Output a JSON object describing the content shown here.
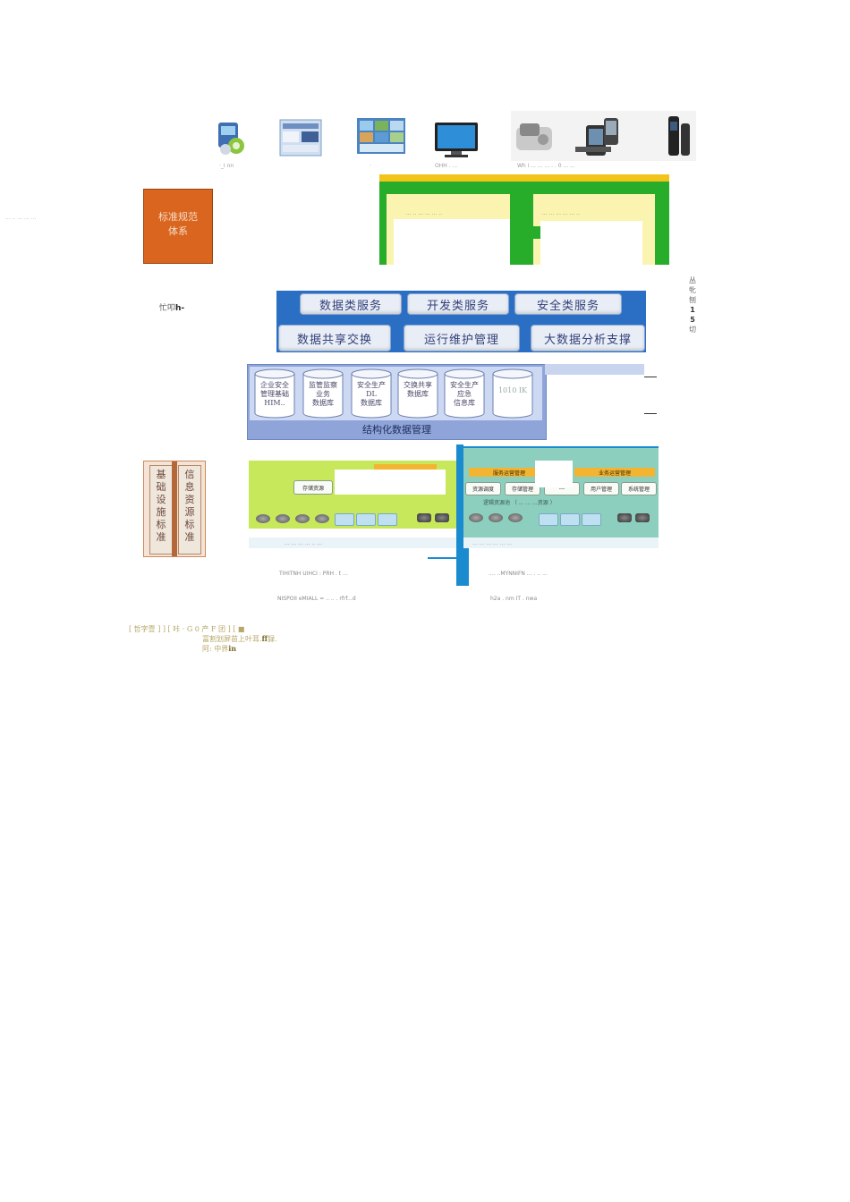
{
  "devices": {
    "captions": [
      "·_I  nn",
      "·",
      "OHH  .  ...",
      "Wh  i    ...   ...   ... . .  0  ...  ..."
    ],
    "icons": [
      "software-icon",
      "web-screen-icon",
      "monitor-wall-icon",
      "computer-monitor-icon",
      "mobile-terminals-icon"
    ]
  },
  "left_side_note": "...  ..  ...  ...  ...",
  "standards_box": {
    "line1": "标准规范",
    "line2": "体系"
  },
  "label_mid_left": {
    "prefix": "忙叩",
    "suffix": "h-"
  },
  "right_side_label": [
    "丛",
    "牝",
    "刨",
    "1",
    "5",
    "切"
  ],
  "top_app_panel": {
    "label_left": "...  ..  ...  ...  ...  ..",
    "label_right": "... ...  ...  ...  ...  .."
  },
  "services": {
    "row1": [
      "数据类服务",
      "开发类服务",
      "安全类服务"
    ],
    "row2": [
      "数据共享交换",
      "运行维护管理",
      "大数据分析支撑"
    ]
  },
  "structured_data": {
    "title": "结构化数据管理",
    "databases": [
      [
        "企业安全",
        "管理基础",
        "HIM.."
      ],
      [
        "监管监察",
        "业务",
        "数据库"
      ],
      [
        "安全生产",
        "DL",
        "数据库"
      ],
      [
        "交换共享",
        "数据库"
      ],
      [
        "安全生产",
        "应急",
        "信息库"
      ],
      [
        "1010 IK"
      ]
    ]
  },
  "infrastructure": {
    "left_header": "... ...",
    "storage_label": "存储资源",
    "right_headers": [
      "服务运营管理",
      "业务运营管理"
    ],
    "chips": [
      "资源调度",
      "存储管理",
      "---",
      "用户管理",
      "系统管理"
    ],
    "pool_label": "逻辑资源池   （ ...  ...  ...资源 ）",
    "bottom_left": "...  ...  ...  ... .. ...",
    "bottom_right": "...  ...  ...  ...  ...  ...",
    "caption_left_1": "TIHITNH UIHCI : PRH  .  t ...",
    "caption_left_2": "NISPOII  eMIALL = .. .. . rfrf...d",
    "caption_right_1": "....  ..MYNNIFN  ... .  ..  ...",
    "caption_right_2": "h2a . nm IT . nwa"
  },
  "basic_standards": {
    "col1": [
      "基",
      "础",
      "设",
      "施",
      "标",
      "准"
    ],
    "col2": [
      "信",
      "息",
      "资",
      "源",
      "标",
      "准"
    ]
  },
  "footer": {
    "line1": "[ 哲字壹 ] ]  [ 咔 · G 0 产 F 团 ]  [ ■",
    "line2_text": "冨割划屏苗上叶耳.",
    "line2_bold": "ff",
    "line2_end": "録.",
    "line3_text": "阿: 中界",
    "line3_bold": "in"
  }
}
